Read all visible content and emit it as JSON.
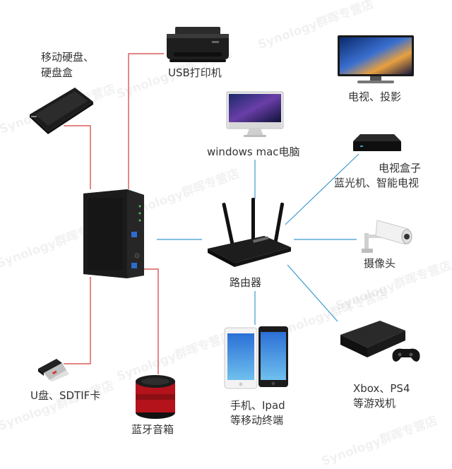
{
  "watermark": "Synology群晖专营店",
  "colors": {
    "wired": "#d43a3a",
    "network": "#3b9ad0"
  },
  "center": {
    "router": "路由器"
  },
  "devices": {
    "hdd": {
      "line1": "移动硬盘、",
      "line2": "硬盘盒"
    },
    "printer": {
      "label": "USB打印机"
    },
    "tv": {
      "label": "电视、投影"
    },
    "pc": {
      "label": "windows mac电脑"
    },
    "box": {
      "line1": "电视盒子",
      "line2": "蓝光机、智能电视"
    },
    "camera": {
      "label": "摄像头"
    },
    "console": {
      "line1": "Xbox、PS4",
      "line2": "等游戏机"
    },
    "mobile": {
      "line1": "手机、Ipad",
      "line2": "等移动终端"
    },
    "speaker": {
      "label": "蓝牙音箱"
    },
    "usb": {
      "label": "U盘、SDTIF卡"
    }
  }
}
